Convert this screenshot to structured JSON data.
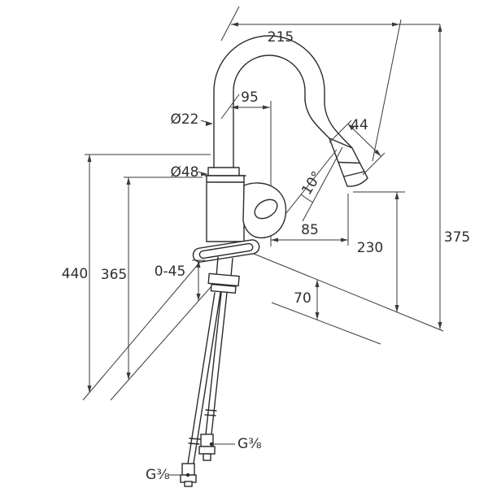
{
  "drawing": {
    "dim_reach": "215",
    "dim_offset": "95",
    "dim_head": "44",
    "dim_angle": "10°",
    "dim_spout_diameter": "Ø22",
    "dim_body_diameter": "Ø48",
    "dim_85": "85",
    "dim_outlet_height": "230",
    "dim_height_375": "375",
    "dim_height_440": "440",
    "dim_height_365": "365",
    "dim_deck": "0-45",
    "dim_70": "70",
    "thread_upper": "G⅜",
    "thread_lower": "G⅜"
  },
  "colors": {
    "line": "#3a3a3a",
    "background": "#ffffff"
  }
}
